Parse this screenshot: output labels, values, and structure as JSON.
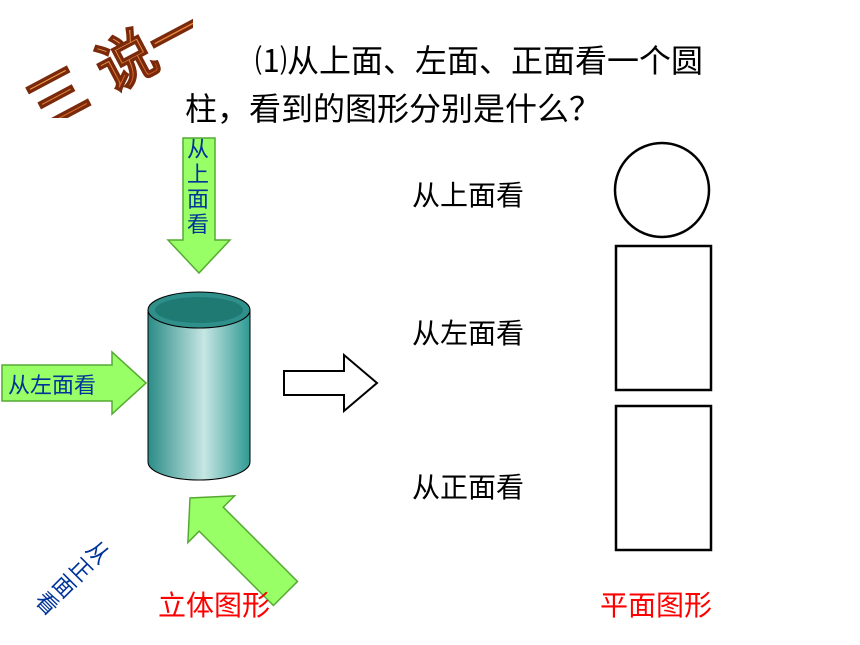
{
  "logo": {
    "text": "三 说一说"
  },
  "question": {
    "line1": "⑴从上面、左面、正面看一个圆",
    "line2": "柱，看到的图形分别是什么？"
  },
  "arrows": {
    "top": "从上面看",
    "left": "从左面看",
    "front": "从正面看"
  },
  "views": {
    "top": "从上面看",
    "left": "从左面看",
    "front": "从正面看"
  },
  "captions": {
    "solid": "立体图形",
    "plane": "平面图形"
  },
  "colors": {
    "arrow_fill": "#99ff66",
    "arrow_text": "#003399",
    "cylinder": "#3aa6a0",
    "caption": "#ff0000",
    "logo": "#e8702a"
  }
}
